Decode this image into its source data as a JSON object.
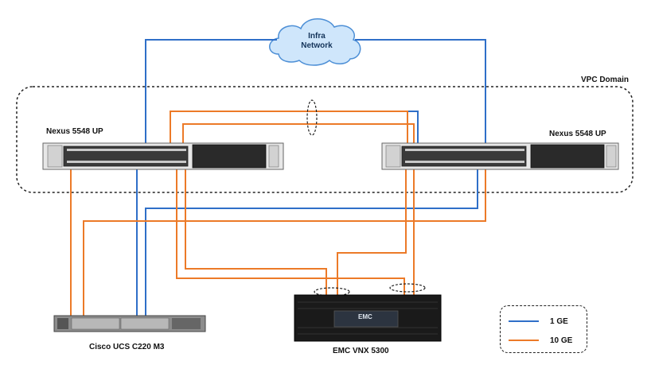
{
  "cloud": {
    "line1": "Infra",
    "line2": "Network"
  },
  "vpc_domain_label": "VPC Domain",
  "switch_left_label": "Nexus 5548 UP",
  "switch_right_label": "Nexus 5548 UP",
  "server_label": "Cisco UCS C220 M3",
  "storage_label": "EMC VNX 5300",
  "storage_logo": "EMC",
  "legend": [
    {
      "label": "1 GE",
      "color": "#2f6fc8"
    },
    {
      "label": "10 GE",
      "color": "#ec7a28"
    }
  ],
  "colors": {
    "one_ge": "#2f6fc8",
    "ten_ge": "#ec7a28"
  }
}
